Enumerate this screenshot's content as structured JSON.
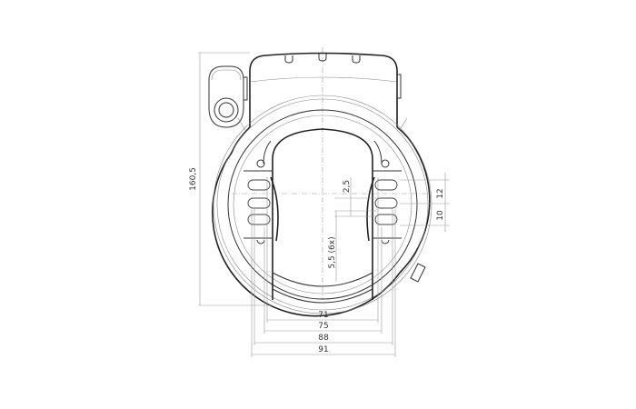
{
  "drawing": {
    "subject": "frame lock technical drawing",
    "dimensions": {
      "overall_height": "160,5",
      "inner_width": "71",
      "width_75": "75",
      "width_88": "88",
      "overall_width": "91",
      "slot_offset": "2,5",
      "slot_spacing": "5,5  (6x)",
      "right_12": "12",
      "right_10": "10"
    }
  }
}
